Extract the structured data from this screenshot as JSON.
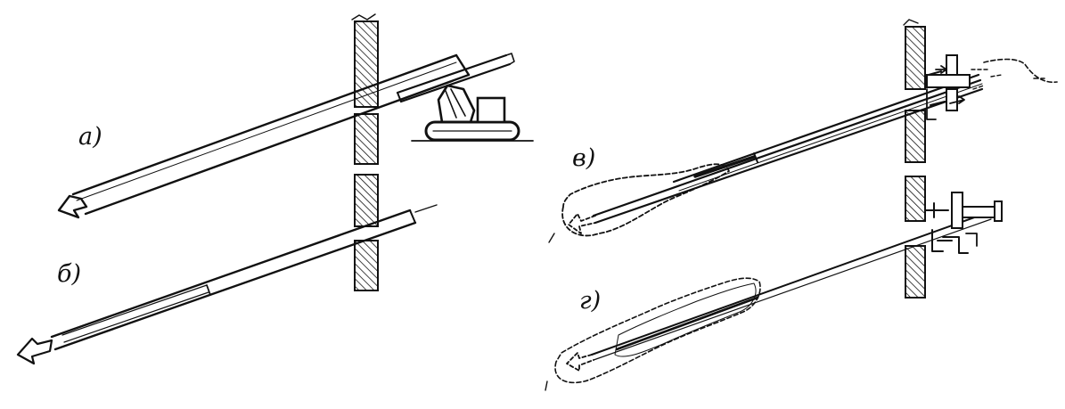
{
  "figure": {
    "panels": [
      {
        "id": "a",
        "label": "а)"
      },
      {
        "id": "b",
        "label": "б)"
      },
      {
        "id": "v",
        "label": "в)"
      },
      {
        "id": "g",
        "label": "г)"
      }
    ]
  },
  "colors": {
    "ink": "#111111",
    "background": "#ffffff"
  },
  "icons": [
    "rig-icon",
    "arrow-icon",
    "pipe-icon",
    "grout-icon",
    "wall-icon",
    "packer-icon"
  ]
}
